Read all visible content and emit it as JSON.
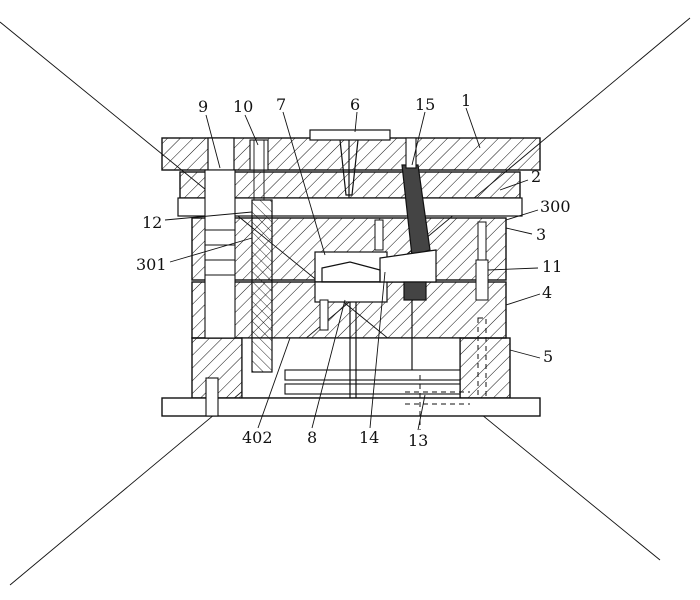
{
  "callouts": [
    {
      "id": "1",
      "text": "1"
    },
    {
      "id": "2",
      "text": "2"
    },
    {
      "id": "3",
      "text": "3"
    },
    {
      "id": "4",
      "text": "4"
    },
    {
      "id": "5",
      "text": "5"
    },
    {
      "id": "6",
      "text": "6"
    },
    {
      "id": "7",
      "text": "7"
    },
    {
      "id": "8",
      "text": "8"
    },
    {
      "id": "9",
      "text": "9"
    },
    {
      "id": "10",
      "text": "10"
    },
    {
      "id": "11",
      "text": "11"
    },
    {
      "id": "12",
      "text": "12"
    },
    {
      "id": "13",
      "text": "13"
    },
    {
      "id": "14",
      "text": "14"
    },
    {
      "id": "15",
      "text": "15"
    },
    {
      "id": "300",
      "text": "300"
    },
    {
      "id": "301",
      "text": "301"
    },
    {
      "id": "402",
      "text": "402"
    }
  ],
  "colors": {
    "line": "#111111",
    "background": "#ffffff",
    "dark_part": "#444444"
  }
}
